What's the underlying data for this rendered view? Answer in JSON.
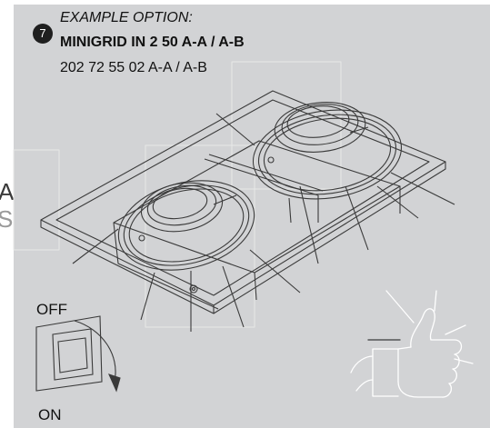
{
  "edge_glyphs": {
    "first": "A",
    "second": "S"
  },
  "header": {
    "step_number": "7",
    "example_label": "EXAMPLE OPTION:",
    "product_name": "MINIGRID IN 2 50 A-A / A-B",
    "product_code": "202 72 55 02 A-A / A-B"
  },
  "switch": {
    "off_label": "OFF",
    "on_label": "ON"
  },
  "icons": {
    "step": "circled-number-icon",
    "fixture": "double-downlight-fixture-illustration",
    "switch": "rocker-switch-icon",
    "approval": "thumbs-up-icon"
  },
  "colors": {
    "panel_background": "#d2d3d5",
    "line_art": "#3a3a3a",
    "badge": "#1f1f1f"
  }
}
